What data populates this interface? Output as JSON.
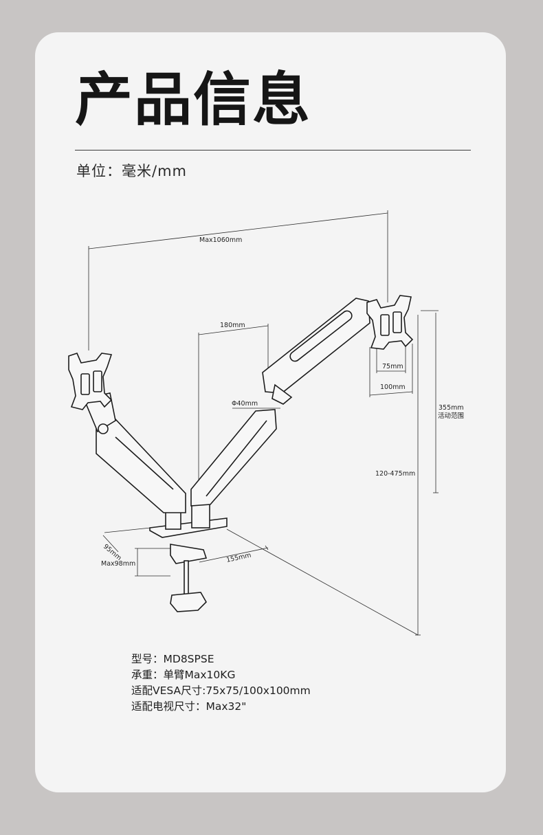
{
  "header": {
    "title": "产品信息",
    "unit": "单位：毫米/mm"
  },
  "dimensions": {
    "max_reach": "Max1060mm",
    "arm_spacing": "180mm",
    "pole_diameter": "Φ40mm",
    "vesa_small": "75mm",
    "vesa_large": "100mm",
    "tilt_range_value": "355mm",
    "tilt_range_label": "活动范围",
    "height_range": "120-475mm",
    "base_depth": "95mm",
    "clamp_thickness": "Max98mm",
    "base_width": "155mm"
  },
  "specs": [
    {
      "label": "型号：",
      "value": "MD8SPSE"
    },
    {
      "label": "承重：",
      "value": "单臂Max10KG"
    },
    {
      "label": "适配VESA尺寸:",
      "value": "75x75/100x100mm"
    },
    {
      "label": "适配电视尺寸：",
      "value": "Max32\""
    }
  ],
  "colors": {
    "background": "#c8c5c4",
    "card": "#f4f4f4",
    "ink": "#161616"
  }
}
